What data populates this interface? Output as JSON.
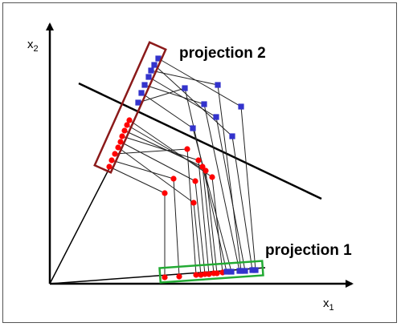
{
  "axes": {
    "x_label": "x",
    "x_subscript": "1",
    "y_label": "x",
    "y_subscript": "2"
  },
  "labels": {
    "projection_1": "projection 1",
    "projection_2": "projection 2"
  },
  "colors": {
    "red_class": "#ff0000",
    "blue_class": "#3333cc",
    "projection_1_box": "#22aa33",
    "projection_2_box": "#8b1a1a",
    "lines": "#000000"
  }
}
